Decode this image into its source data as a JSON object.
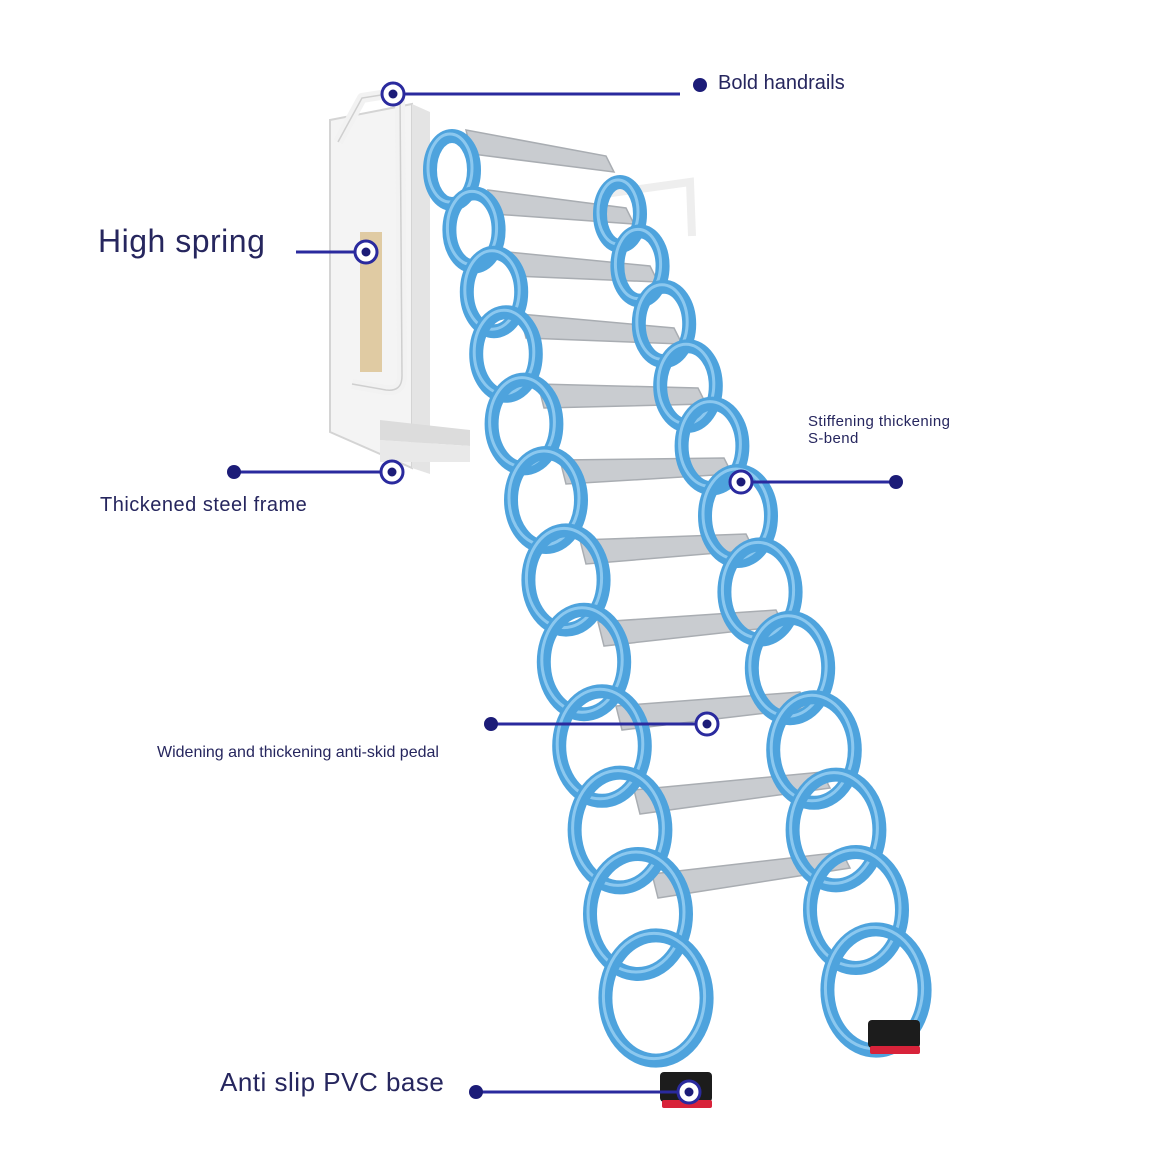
{
  "callouts": {
    "handrails": "Bold handrails",
    "spring": "High spring",
    "frame": "Thickened steel frame",
    "sbend_line1": "Stiffening thickening",
    "sbend_line2": "S-bend",
    "pedal": "Widening and thickening anti-skid pedal",
    "base": "Anti slip PVC base"
  },
  "colors": {
    "callout_line": "#2a2a9e",
    "callout_dot": "#1c1c78",
    "label_text": "#26265e",
    "ladder_blue": "#4ea3dd",
    "step_silver": "#c9ccd0",
    "mount_white": "#f4f4f4",
    "foot_black": "#1c1c1c",
    "foot_red": "#d8233a"
  },
  "icons": {
    "callout_marker": "ring-dot-icon",
    "callout_end": "filled-dot-icon"
  }
}
